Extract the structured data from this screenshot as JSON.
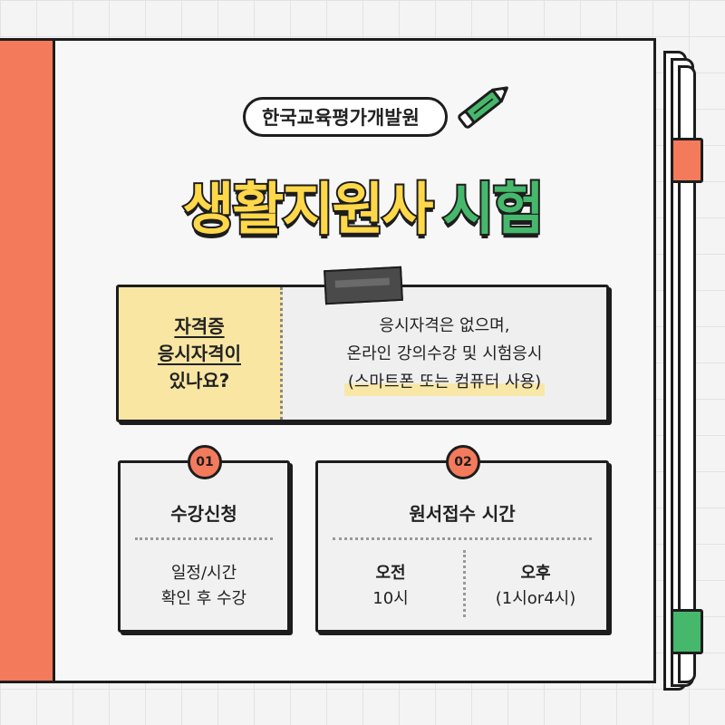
{
  "organization": "한국교육평가개발원",
  "title": {
    "part1": "생활지원사",
    "part2": "시험"
  },
  "qa": {
    "question_line1": "자격증",
    "question_line2": "응시자격이",
    "question_line3": "있나요?",
    "answer_line1": "응시자격은 없으며,",
    "answer_line2": "온라인 강의수강 및 시험응시",
    "answer_line3": "(스마트폰 또는 컴퓨터 사용)"
  },
  "step1": {
    "number": "01",
    "title": "수강신청",
    "body_line1": "일정/시간",
    "body_line2": "확인 후 수강"
  },
  "step2": {
    "number": "02",
    "title": "원서접수 시간",
    "am_label": "오전",
    "am_time": "10시",
    "pm_label": "오후",
    "pm_time": "(1시or4시)"
  },
  "colors": {
    "accent_orange": "#f47a5c",
    "accent_green": "#45b86b",
    "title_yellow": "#ffd84a",
    "highlight_yellow": "#f8e6a2"
  },
  "icons": [
    "pencil-icon",
    "tape-decoration"
  ]
}
